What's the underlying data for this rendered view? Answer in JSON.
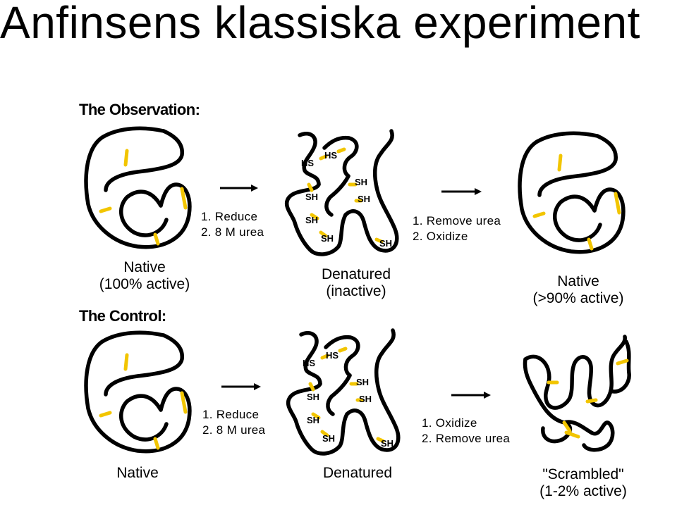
{
  "title": "Anfinsens klassiska experiment",
  "observation": {
    "heading": "The Observation:",
    "native_label": [
      "Native",
      "(100% active)"
    ],
    "step1": [
      "1. Reduce",
      "2. 8 M urea"
    ],
    "denatured_label": [
      "Denatured",
      "(inactive)"
    ],
    "step2": [
      "1. Remove urea",
      "2. Oxidize"
    ],
    "result_label": [
      "Native",
      "(>90% active)"
    ],
    "thiol_labels": [
      "HS",
      "HS",
      "SH",
      "SH",
      "SH",
      "SH",
      "SH",
      "SH"
    ]
  },
  "control": {
    "heading": "The Control:",
    "native_label": [
      "Native"
    ],
    "step1": [
      "1. Reduce",
      "2. 8 M urea"
    ],
    "denatured_label": [
      "Denatured"
    ],
    "step2": [
      "1. Oxidize",
      "2. Remove urea"
    ],
    "result_label": [
      "\"Scrambled\"",
      "(1-2% active)"
    ],
    "thiol_labels": [
      "HS",
      "HS",
      "SH",
      "SH",
      "SH",
      "SH",
      "SH",
      "SH"
    ]
  },
  "colors": {
    "disulfide": "#f2c500",
    "chain": "#000000"
  }
}
